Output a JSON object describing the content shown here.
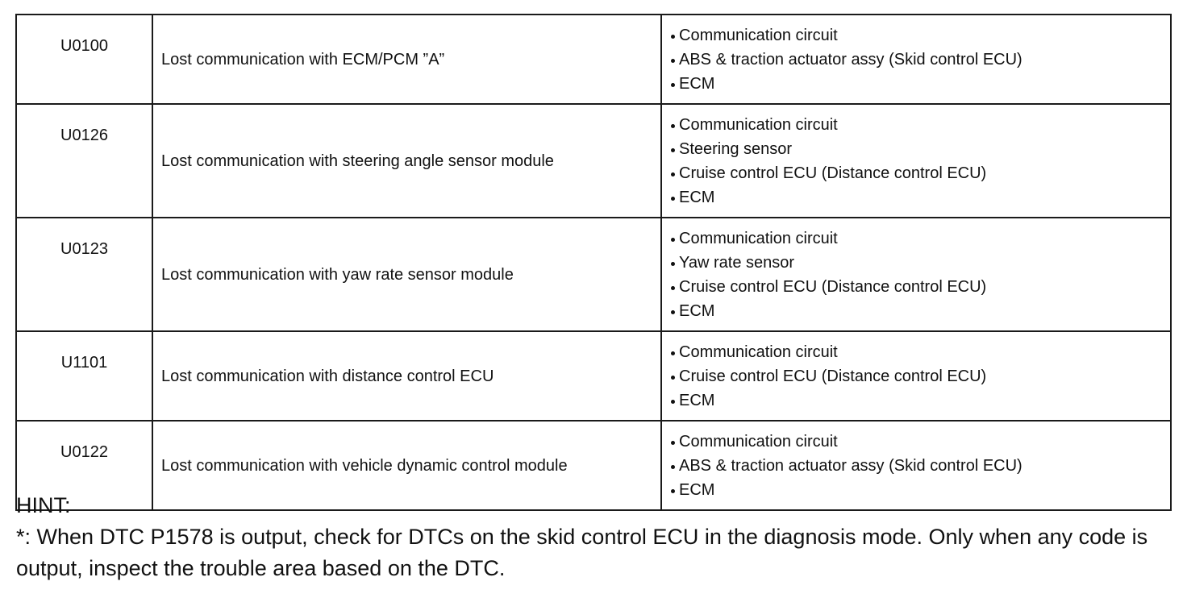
{
  "table": {
    "rows": [
      {
        "code": "U0100",
        "description": "Lost communication with ECM/PCM ”A”",
        "areas": [
          "Communication circuit",
          "ABS & traction actuator assy (Skid control ECU)",
          "ECM"
        ]
      },
      {
        "code": "U0126",
        "description": "Lost communication with steering angle sensor module",
        "areas": [
          "Communication circuit",
          "Steering sensor",
          "Cruise control ECU (Distance control ECU)",
          "ECM"
        ]
      },
      {
        "code": "U0123",
        "description": "Lost communication with yaw rate sensor module",
        "areas": [
          "Communication circuit",
          "Yaw rate sensor",
          "Cruise control ECU (Distance control ECU)",
          "ECM"
        ]
      },
      {
        "code": "U1101",
        "description": "Lost communication with distance control ECU",
        "areas": [
          "Communication circuit",
          "Cruise control ECU (Distance control ECU)",
          "ECM"
        ]
      },
      {
        "code": "U0122",
        "description": "Lost communication with vehicle dynamic control module",
        "areas": [
          "Communication circuit",
          "ABS & traction actuator assy (Skid control ECU)",
          "ECM"
        ]
      }
    ]
  },
  "hint": {
    "label": "HINT:",
    "text": "*: When DTC P1578 is output, check for DTCs on the skid control ECU in the diagnosis mode. Only when any code is output, inspect the trouble area based on the DTC."
  }
}
